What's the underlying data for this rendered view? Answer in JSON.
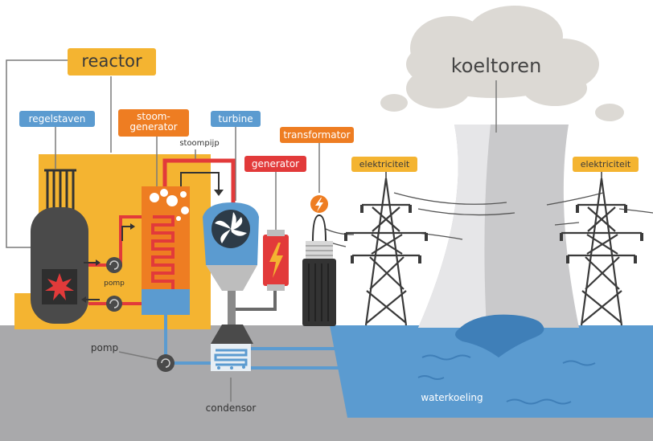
{
  "labels": {
    "reactor": "reactor",
    "koeltoren": "koeltoren",
    "regelstaven": "regelstaven",
    "stoomgenerator_line1": "stoom-",
    "stoomgenerator_line2": "generator",
    "turbine": "turbine",
    "stoompijp": "stoompijp",
    "generator": "generator",
    "transformator": "transformator",
    "elektriciteit_left": "elektriciteit",
    "elektriciteit_right": "elektriciteit",
    "pomp_small": "pomp",
    "pomp_large": "pomp",
    "condensor": "condensor",
    "waterkoeling": "waterkoeling"
  },
  "colors": {
    "reactor_building": "#f4b431",
    "reactor_vessel": "#4a4a4a",
    "steam_pipe": "#e23a3a",
    "water": "#5b9bd0",
    "ground": "#a9a9ab",
    "cooling_tower": "#c9c9cb",
    "steam_cloud": "#dcd9d4",
    "generator": "#e23a3a",
    "steam_generator": "#ee7d22"
  }
}
